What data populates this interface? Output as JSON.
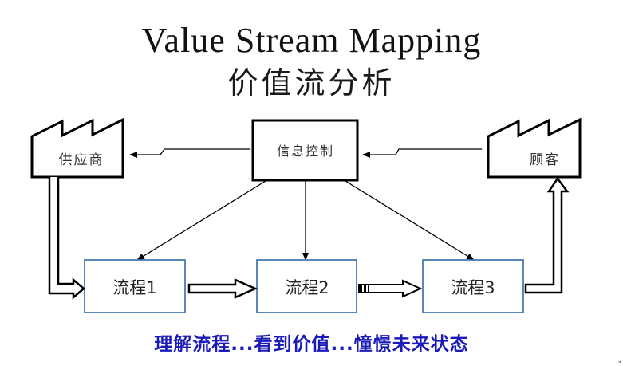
{
  "title": {
    "english": "Value Stream Mapping",
    "chinese": "价值流分析"
  },
  "nodes": {
    "supplier": {
      "label": "供应商",
      "shape": "factory-icon"
    },
    "information_control": {
      "label": "信息控制",
      "shape": "box"
    },
    "customer": {
      "label": "顾客",
      "shape": "factory-icon"
    },
    "processes": [
      {
        "label": "流程1"
      },
      {
        "label": "流程2"
      },
      {
        "label": "流程3"
      }
    ]
  },
  "edges": [
    {
      "from": "information_control",
      "to": "supplier",
      "type": "electronic-information-arrow"
    },
    {
      "from": "customer",
      "to": "information_control",
      "type": "electronic-information-arrow"
    },
    {
      "from": "information_control",
      "to": "process_1",
      "type": "manual-information-arrow"
    },
    {
      "from": "information_control",
      "to": "process_2",
      "type": "manual-information-arrow"
    },
    {
      "from": "information_control",
      "to": "process_3",
      "type": "manual-information-arrow"
    },
    {
      "from": "supplier",
      "to": "process_1",
      "type": "shipment-arrow"
    },
    {
      "from": "process_1",
      "to": "process_2",
      "type": "shipment-arrow"
    },
    {
      "from": "process_2",
      "to": "process_3",
      "type": "push-arrow"
    },
    {
      "from": "process_3",
      "to": "customer",
      "type": "shipment-arrow"
    }
  ],
  "colors": {
    "process_border": "#4a7ab0",
    "slogan": "#1a1ab8",
    "lines": "#000000"
  },
  "slogan": "理解流程...看到价值...憧憬未来状态"
}
